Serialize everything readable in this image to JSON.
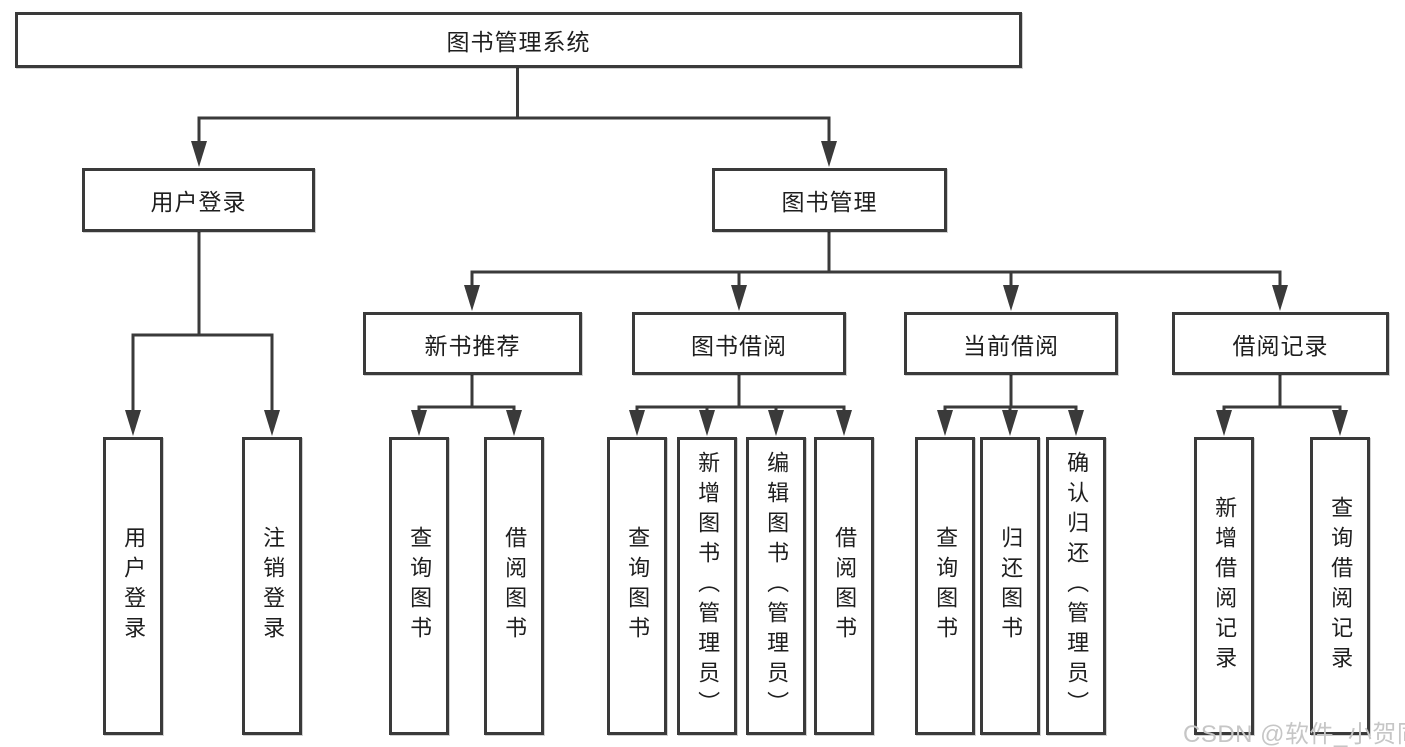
{
  "diagram": {
    "type": "tree",
    "root": "图书管理系统",
    "children": [
      {
        "label": "用户登录",
        "children": [
          "用户登录",
          "注销登录"
        ]
      },
      {
        "label": "图书管理",
        "children": [
          {
            "label": "新书推荐",
            "children": [
              "查询图书",
              "借阅图书"
            ]
          },
          {
            "label": "图书借阅",
            "children": [
              "查询图书",
              "新增图书（管理员）",
              "编辑图书（管理员）",
              "借阅图书"
            ]
          },
          {
            "label": "当前借阅",
            "children": [
              "查询图书",
              "归还图书",
              "确认归还（管理员）"
            ]
          },
          {
            "label": "借阅记录",
            "children": [
              "新增借阅记录",
              "查询借阅记录"
            ]
          }
        ]
      }
    ]
  },
  "watermark": "CSDN @软件_小贺同学",
  "colors": {
    "line": "#3a3a3a",
    "text": "#1e1e1e",
    "watermark": "#c6c6c6",
    "background": "#ffffff"
  }
}
